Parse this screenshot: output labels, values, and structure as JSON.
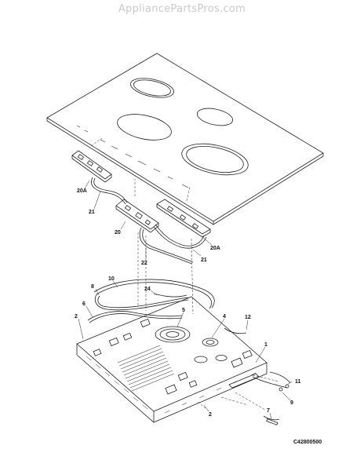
{
  "watermark": "AppliancePartsPros.com",
  "drawing_code": "C42800500",
  "callouts": {
    "c20a_left": "20A",
    "c21_left": "21",
    "c20": "20",
    "c20a_right": "20A",
    "c21_right": "21",
    "c22": "22",
    "c10": "10",
    "c8": "8",
    "c24": "24",
    "c6": "6",
    "c5": "5",
    "c4": "4",
    "c12": "12",
    "c2_left": "2",
    "c1": "1",
    "c11": "11",
    "c9": "9",
    "c2_bottom": "2",
    "c7": "7"
  }
}
